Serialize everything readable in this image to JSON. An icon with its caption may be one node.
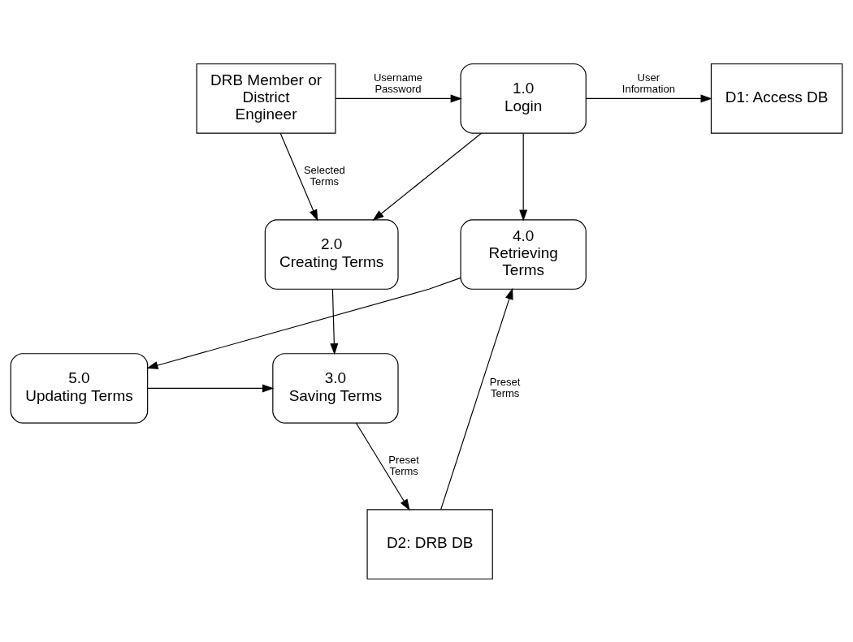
{
  "diagram": {
    "nodes": [
      {
        "text": [
          "DRB Member or District Engineer"
        ]
      },
      {
        "text": [
          "1.0",
          "Login"
        ]
      },
      {
        "text": [
          "D1: Access DB"
        ]
      },
      {
        "text": [
          "2.0",
          "Creating Terms"
        ]
      },
      {
        "text": [
          "4.0",
          "Retrieving Terms"
        ]
      },
      {
        "text": [
          "3.0",
          "Saving Terms"
        ]
      },
      {
        "text": [
          "5.0",
          "Updating Terms"
        ]
      },
      {
        "text": [
          "D2: DRB DB"
        ]
      }
    ],
    "edges": [
      {
        "from": 0,
        "to": 1,
        "arrow": "to",
        "label": "Username Password"
      },
      {
        "from": 1,
        "to": 2,
        "arrow": "to",
        "label": "User Information"
      },
      {
        "from": 0,
        "to": 3,
        "arrow": "to",
        "label": "Selected Terms"
      },
      {
        "from": 1,
        "to": 3,
        "arrow": "to"
      },
      {
        "from": 1,
        "to": 4,
        "arrow": "to"
      },
      {
        "from": 7,
        "to": 4,
        "arrow": "to",
        "label": "Preset Terms"
      },
      {
        "from": 3,
        "to": 5,
        "arrow": "to"
      },
      {
        "from": 4,
        "to": 6,
        "arrow": "to"
      },
      {
        "from": 6,
        "to": 5,
        "arrow": "to"
      },
      {
        "from": 5,
        "to": 7,
        "arrow": "to",
        "label": "Preset Terms"
      }
    ]
  }
}
